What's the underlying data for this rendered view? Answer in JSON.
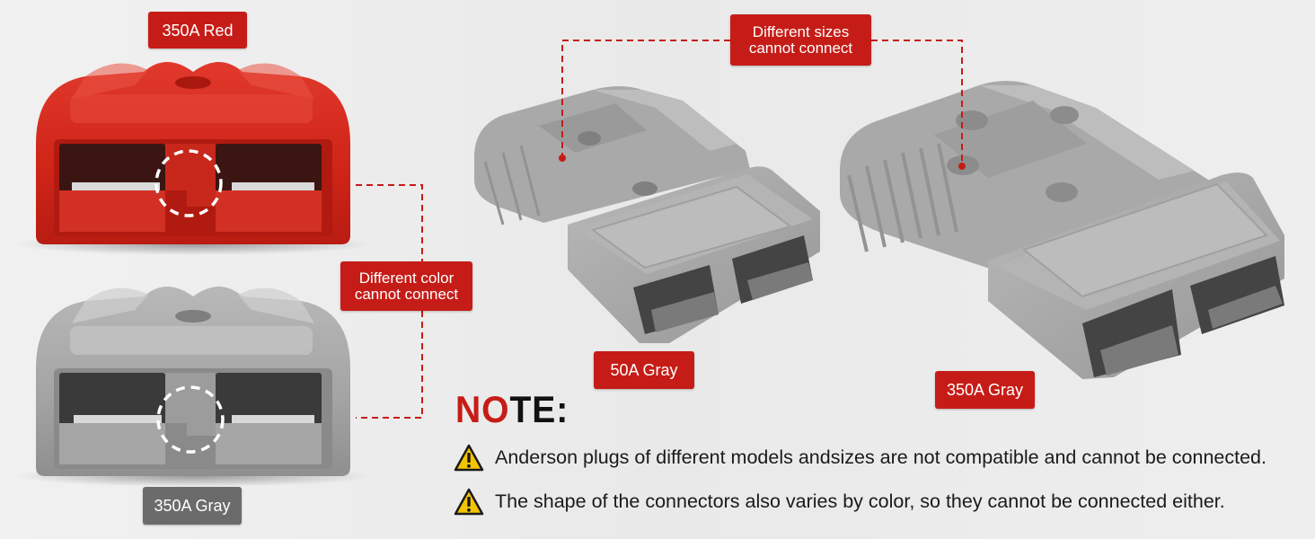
{
  "colors": {
    "accent": "#c61c17",
    "plug_red": "#d8271c",
    "plug_gray": "#a9a9a9",
    "label_gray": "#6b6b6b",
    "dash": "#c61c17"
  },
  "labels": {
    "red_350": "350A Red",
    "gray_350_left": "350A Gray",
    "gray_50": "50A Gray",
    "gray_350_right": "350A Gray"
  },
  "callouts": {
    "color": {
      "line1": "Different color",
      "line2": "cannot connect"
    },
    "size": {
      "line1": "Different sizes",
      "line2": "cannot connect"
    }
  },
  "note": {
    "title_red": "NO",
    "title_black": "TE:",
    "items": [
      {
        "icon": "warning-icon",
        "text": "Anderson plugs of different models andsizes are not compatible and cannot be connected."
      },
      {
        "icon": "warning-icon",
        "text": "The shape of the connectors also varies by color, so they cannot be connected either."
      }
    ]
  }
}
